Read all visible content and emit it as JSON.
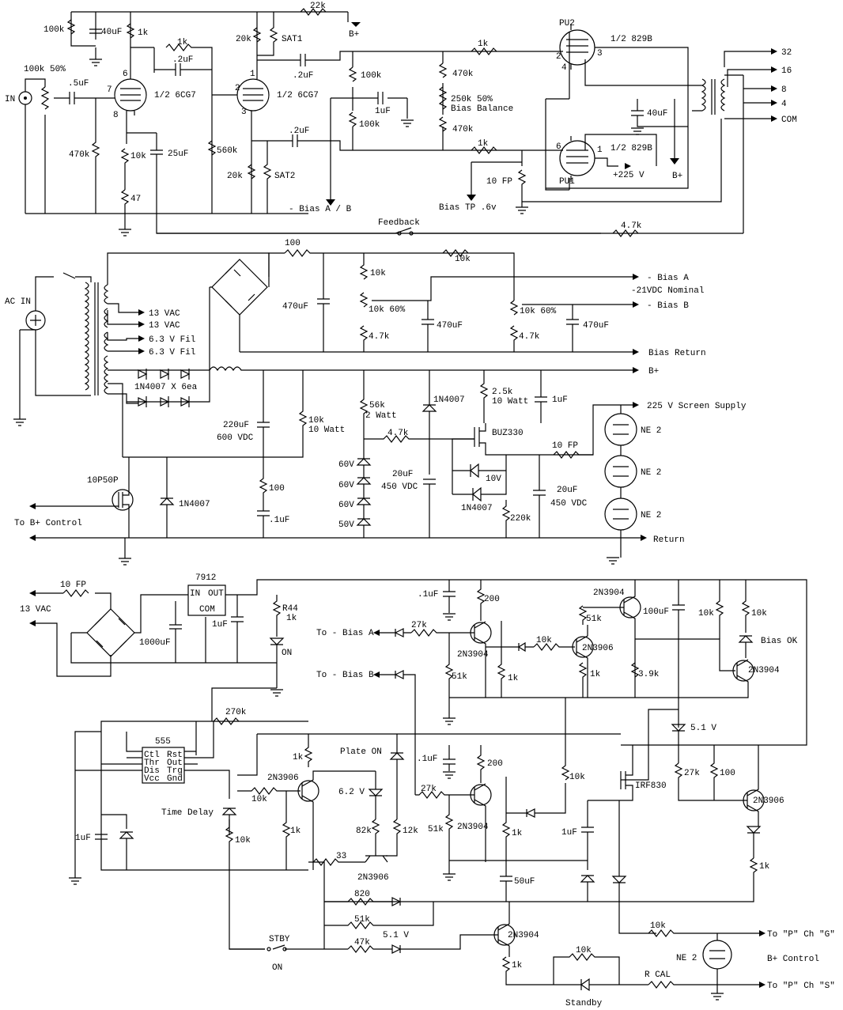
{
  "power_amp": {
    "pot_in": "100k 50%",
    "in_label": "IN",
    "c_in": ".5uF",
    "r_470k_in": "470k",
    "r_100k_top": "100k",
    "c_40uf_top": "40uF",
    "r_1k_plate": "1k",
    "r_1k_fb": "1k",
    "c_02_fb": ".2uF",
    "v1_label": "1/2 6CG7",
    "v2_label": "1/2 6CG7",
    "pin6": "6",
    "pin7": "7",
    "pin8": "8",
    "pin1": "1",
    "pin2": "2",
    "pin3": "3",
    "r_10k_cath": "10k",
    "c_25uf": "25uF",
    "r_47": "47",
    "r_560k": "560k",
    "r_20k_top": "20k",
    "sat1": "SAT1",
    "r_22k": "22k",
    "bplus_1": "B+",
    "c_02_a": ".2uF",
    "c_02_b": ".2uF",
    "r_20k_bot": "20k",
    "sat2": "SAT2",
    "r_100k_a": "100k",
    "r_100k_b": "100k",
    "c_1uf": "1uF",
    "r_470k_a": "470k",
    "pot_bias": "250k 50%",
    "bias_balance": "Bias Balance",
    "r_470k_b": "470k",
    "r_1k_g1": "1k",
    "r_1k_g2": "1k",
    "bias_ab": "- Bias A / B",
    "pu2": "PU2",
    "pu1": "PU1",
    "half_829b_1": "1/2 829B",
    "half_829b_2": "1/2 829B",
    "p2": "2",
    "p3": "3",
    "p4": "4",
    "p6": "6",
    "p1": "1",
    "c_40uf_out": "40uF",
    "v225": "+225 V",
    "bplus_2": "B+",
    "r_10fp": "10 FP",
    "bias_tp": "Bias TP .6v",
    "out_taps": [
      "32",
      "16",
      "8",
      "4",
      "COM"
    ],
    "feedback": "Feedback",
    "r_4k7": "4.7k"
  },
  "psu": {
    "ac_in": "AC IN",
    "vac13_a": "13 VAC",
    "vac13_b": "13 VAC",
    "fil_a": "6.3 V Fil",
    "fil_b": "6.3 V Fil",
    "r_100": "100",
    "c_470uf_a": "470uF",
    "r_10k_a": "10k",
    "pot_a": "10k 60%",
    "r_4k7_a": "4.7k",
    "c_470uf_b": "470uF",
    "r_10k_b": "10k",
    "pot_b": "10k 60%",
    "r_4k7_b": "4.7k",
    "c_470uf_c": "470uF",
    "bias_a": "- Bias A",
    "nominal": "-21VDC Nominal",
    "bias_b": "- Bias B",
    "bias_return": "Bias Return",
    "diodes": "1N4007 X 6ea",
    "bplus": "B+",
    "c_220uf": "220uF",
    "c_600v": "600 VDC",
    "r_10k_10w": "10k",
    "r_10w": "10 Watt",
    "r_56k": "56k",
    "r_2w": "2 Watt",
    "d_1n4007_a": "1N4007",
    "r_2k5": "2.5k",
    "r_2k5w": "10 Watt",
    "c_1uf": "1uF",
    "screen_supply": "225 V Screen Supply",
    "r_4k7": "4.7k",
    "buz330": "BUZ330",
    "z60_1": "60V",
    "z60_2": "60V",
    "z60_3": "60V",
    "z50": "50V",
    "c_20uf_a": "20uF",
    "c_450v_a": "450 VDC",
    "z10v": "10V",
    "d_1n4007_b": "1N4007",
    "r_220k": "220k",
    "c_20uf_b": "20uF",
    "c_450v_b": "450 VDC",
    "r_10fp": "10 FP",
    "ne2_a": "NE 2",
    "ne2_b": "NE 2",
    "ne2_c": "NE 2",
    "q_10p50p": "10P50P",
    "d_1n4007_c": "1N4007",
    "r_100_b": "100",
    "c_01uf": ".1uF",
    "to_bplus": "To B+ Control",
    "return": "Return"
  },
  "control": {
    "r_10fp": "10 FP",
    "vac13": "13 VAC",
    "reg": "7912",
    "reg_in": "IN",
    "reg_out": "OUT",
    "reg_com": "COM",
    "c_1000uf": "1000uF",
    "c_1uf": "1uF",
    "r44": "R44",
    "r44v": "1k",
    "on": "ON",
    "c_01uf_a": ".1uF",
    "r_200_a": "200",
    "r_27k_a": "27k",
    "to_bias_a": "To - Bias A",
    "q_2n3904_a": "2N3904",
    "r_51k_a": "51k",
    "r_1k_a": "1k",
    "to_bias_b": "To - Bias B",
    "r_10k_a": "10k",
    "q_2n3906_a": "2N3906",
    "r_51k_b": "51k",
    "r_1k_b": "1k",
    "q_2n3904_b": "2N3904",
    "c_100uf": "100uF",
    "r_3k9": "3.9k",
    "r_10k_b": "10k",
    "r_10k_c": "10k",
    "bias_ok": "Bias OK",
    "q_2n3904_c": "2N3904",
    "r_270k": "270k",
    "ic555": "555",
    "ic_pins_l": [
      "Ctl",
      "Thr",
      "Dis",
      "Vcc"
    ],
    "ic_pins_r": [
      "Rst",
      "Out",
      "Trg",
      "Gnd"
    ],
    "time_delay": "Time Delay",
    "r_1k_c": "1k",
    "q_2n3906_b": "2N3906",
    "r_10k_d": "10k",
    "r_1k_d": "1k",
    "c_1uf_b": "1uF",
    "r_10k_e": "10k",
    "r_33": "33",
    "z6v2": "6.2 V",
    "r_82k": "82k",
    "r_12k": "12k",
    "plate_on": "Plate ON",
    "q_2n3906_c": "2N3906",
    "c_01uf_b": ".1uF",
    "r_200_b": "200",
    "r_27k_b": "27k",
    "r_51k_c": "51k",
    "q_2n3904_d": "2N3904",
    "r_1k_e": "1k",
    "r_10k_f": "10k",
    "c_1uf_c": "1uF",
    "irf830": "IRF830",
    "z5v1_a": "5.1 V",
    "r_27k_c": "27k",
    "r_100": "100",
    "q_2n3906_d": "2N3906",
    "r_1k_f": "1k",
    "c_50uf": "50uF",
    "r_820": "820",
    "r_51k_d": "51k",
    "r_47k": "47k",
    "z5v1_b": "5.1 V",
    "stby": "STBY",
    "on_sw": "ON",
    "q_2n3904_e": "2N3904",
    "r_1k_g": "1k",
    "r_10k_g": "10k",
    "to_g": "To \"P\" Ch \"G\"",
    "ne2": "NE 2",
    "bplus_ctrl": "B+ Control",
    "r_cal": "R CAL",
    "to_s": "To \"P\" Ch \"S\"",
    "r_10k_h": "10k",
    "standby": "Standby"
  }
}
